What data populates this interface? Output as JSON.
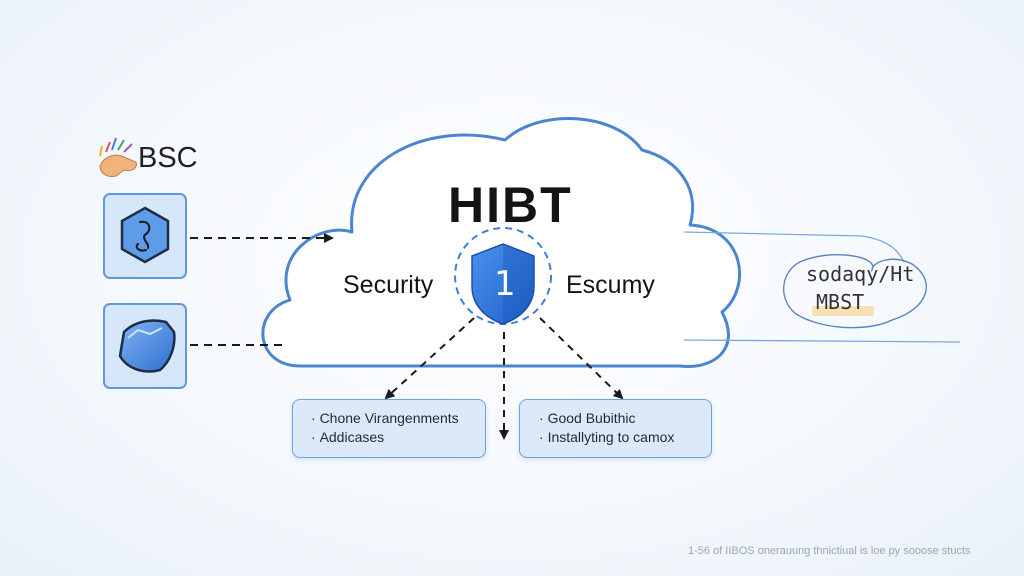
{
  "brand": {
    "label": "BSC",
    "icon": "hand-palette-icon"
  },
  "cloud": {
    "title": "HIBT",
    "left_label": "Security",
    "right_label": "Escumy",
    "shield_number": "1",
    "shield_icon": "shield-icon"
  },
  "left_nodes": [
    {
      "icon": "hexagon-link-icon"
    },
    {
      "icon": "blue-block-icon"
    }
  ],
  "boxes": [
    {
      "lines": [
        "Chone Virangenments",
        "Addicases"
      ]
    },
    {
      "lines": [
        "Good Bubithic",
        "Installyting to camox"
      ]
    }
  ],
  "right_sketch": {
    "line1": "sodaqy/Ht",
    "line2": "MBST"
  },
  "footnote": "1-56 of IIBOS onerauung thnictiual is loe py sooose stucts",
  "colors": {
    "accent": "#3e7fd4",
    "shield_fill": "#2f7ae5",
    "box_fill": "#dbe9fa",
    "text": "#1a1a1a",
    "highlight": "#f6dca8"
  }
}
